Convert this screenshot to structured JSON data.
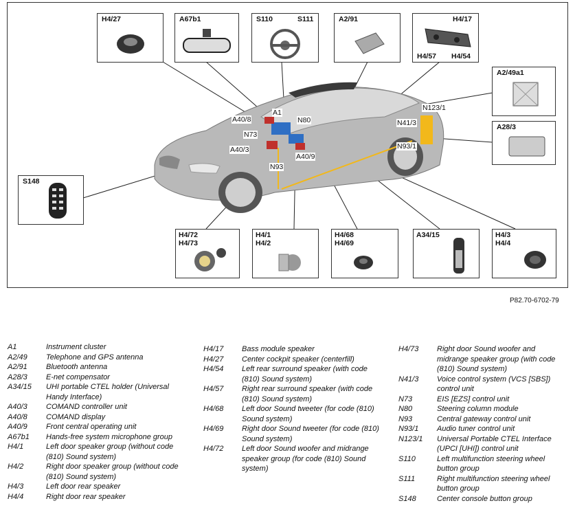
{
  "reference": "P82.70-6702-79",
  "boxes": {
    "h4_27": "H4/27",
    "a67b1": "A67b1",
    "s110": "S110",
    "s111": "S111",
    "a2_91": "A2/91",
    "h4_17": "H4/17",
    "h4_57": "H4/57",
    "h4_54": "H4/54",
    "a2_49a1": "A2/49a1",
    "a28_3": "A28/3",
    "s148": "S148",
    "h4_72": "H4/72",
    "h4_73": "H4/73",
    "h4_1": "H4/1",
    "h4_2": "H4/2",
    "h4_68": "H4/68",
    "h4_69": "H4/69",
    "a34_15": "A34/15",
    "h4_3": "H4/3",
    "h4_4": "H4/4"
  },
  "car_codes": {
    "a1": "A1",
    "a40_8": "A40/8",
    "n80": "N80",
    "n73": "N73",
    "a40_3": "A40/3",
    "n93": "N93",
    "a40_9": "A40/9",
    "n123_1": "N123/1",
    "n41_3": "N41/3",
    "n93_1": "N93/1"
  },
  "legend": {
    "col1": [
      {
        "code": "A1",
        "desc": "Instrument cluster"
      },
      {
        "code": "A2/49",
        "desc": "Telephone and GPS antenna"
      },
      {
        "code": "A2/91",
        "desc": "Bluetooth antenna"
      },
      {
        "code": "A28/3",
        "desc": "E-net compensator"
      },
      {
        "code": "A34/15",
        "desc": "UHI portable CTEL holder (Universal Handy Interface)"
      },
      {
        "code": "A40/3",
        "desc": "COMAND controller unit"
      },
      {
        "code": "A40/8",
        "desc": "COMAND display"
      },
      {
        "code": "A40/9",
        "desc": "Front central operating unit"
      },
      {
        "code": "A67b1",
        "desc": "Hands-free system microphone group"
      },
      {
        "code": "H4/1",
        "desc": "Left door speaker group (without code (810) Sound system)"
      },
      {
        "code": "H4/2",
        "desc": "Right door speaker group (without code (810) Sound system)"
      },
      {
        "code": "H4/3",
        "desc": "Left door rear speaker"
      },
      {
        "code": "H4/4",
        "desc": "Right door rear speaker"
      }
    ],
    "col2": [
      {
        "code": "H4/17",
        "desc": "Bass module speaker"
      },
      {
        "code": "H4/27",
        "desc": "Center cockpit speaker (centerfill)"
      },
      {
        "code": "H4/54",
        "desc": "Left rear surround speaker (with code (810) Sound system)"
      },
      {
        "code": "H4/57",
        "desc": "Right rear surround speaker (with code (810) Sound system)"
      },
      {
        "code": "H4/68",
        "desc": "Left door Sound tweeter (for code (810) Sound system)"
      },
      {
        "code": "H4/69",
        "desc": "Right door Sound tweeter (for code (810) Sound system)"
      },
      {
        "code": "H4/72",
        "desc": "Left door Sound woofer and midrange speaker group (for code (810) Sound system)"
      }
    ],
    "col3": [
      {
        "code": "H4/73",
        "desc": "Right door Sound woofer and midrange speaker group (with code (810) Sound system)"
      },
      {
        "code": "N41/3",
        "desc": "Voice control system (VCS [SBS]) control unit"
      },
      {
        "code": "N73",
        "desc": "EIS [EZS] control unit"
      },
      {
        "code": "N80",
        "desc": "Steering column module"
      },
      {
        "code": "N93",
        "desc": "Central gateway control unit"
      },
      {
        "code": "N93/1",
        "desc": "Audio tuner control unit"
      },
      {
        "code": "N123/1",
        "desc": "Universal Portable CTEL Interface (UPCI [UHI]) control unit"
      },
      {
        "code": "S110",
        "desc": "Left multifunction steering wheel button group"
      },
      {
        "code": "S111",
        "desc": "Right multifunction steering wheel button group"
      },
      {
        "code": "S148",
        "desc": "Center console button group"
      }
    ]
  }
}
